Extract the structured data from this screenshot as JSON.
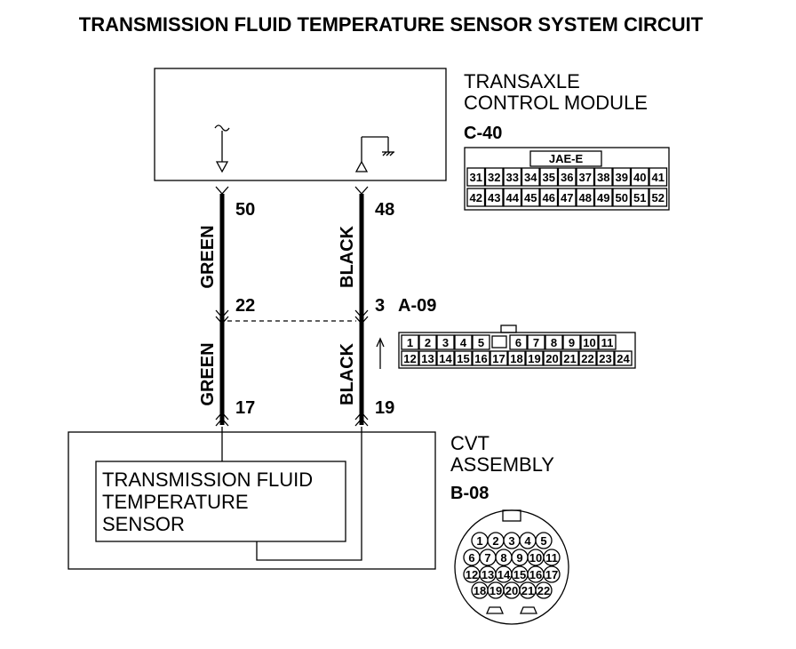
{
  "title": "TRANSMISSION FLUID TEMPERATURE SENSOR SYSTEM CIRCUIT",
  "tcm": {
    "line1": "TRANSAXLE",
    "line2": "CONTROL MODULE",
    "code": "C-40",
    "connector_type": "JAE-E",
    "pins_row1": [
      "31",
      "32",
      "33",
      "34",
      "35",
      "36",
      "37",
      "38",
      "39",
      "40",
      "41"
    ],
    "pins_row2": [
      "42",
      "43",
      "44",
      "45",
      "46",
      "47",
      "48",
      "49",
      "50",
      "51",
      "52"
    ]
  },
  "intermediate": {
    "code": "A-09",
    "pins_row1": [
      "1",
      "2",
      "3",
      "4",
      "5",
      "",
      "6",
      "7",
      "8",
      "9",
      "10",
      "11"
    ],
    "pins_row2": [
      "12",
      "13",
      "14",
      "15",
      "16",
      "17",
      "18",
      "19",
      "20",
      "21",
      "22",
      "23",
      "24"
    ]
  },
  "cvt": {
    "line1": "CVT",
    "line2": "ASSEMBLY",
    "code": "B-08",
    "rows": [
      [
        "1",
        "2",
        "3",
        "4",
        "5"
      ],
      [
        "6",
        "7",
        "8",
        "9",
        "10",
        "11"
      ],
      [
        "12",
        "13",
        "14",
        "15",
        "16",
        "17"
      ],
      [
        "18",
        "19",
        "20",
        "21",
        "22"
      ]
    ]
  },
  "sensor": {
    "line1": "TRANSMISSION FLUID",
    "line2": "TEMPERATURE",
    "line3": "SENSOR"
  },
  "wires": {
    "left_color": "GREEN",
    "right_color": "BLACK"
  },
  "terminals": {
    "tcm_left": "50",
    "tcm_right": "48",
    "mid_left": "22",
    "mid_right": "3",
    "cvt_left": "17",
    "cvt_right": "19"
  },
  "colors": {
    "line": "#000000",
    "background": "#ffffff"
  }
}
